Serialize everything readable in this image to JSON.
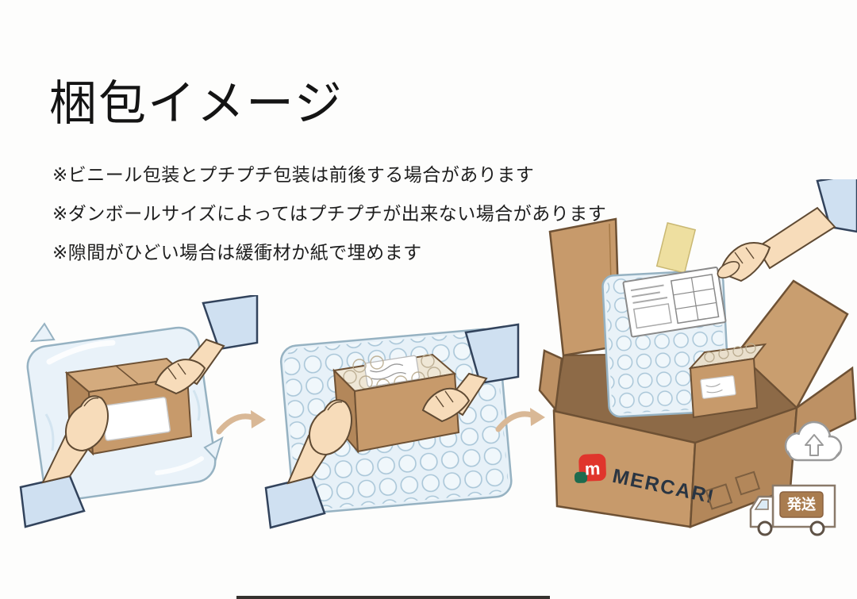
{
  "header": {
    "title": "梱包イメージ"
  },
  "notes": [
    {
      "text": "※ビニール包装とプチプチ包装は前後する場合があります"
    },
    {
      "text": "※ダンボールサイズによってはプチプチが出来ない場合があります"
    },
    {
      "text": "※隙間がひどい場合は緩衝材か紙で埋めます"
    }
  ],
  "illustration": {
    "steps": [
      {
        "id": "vinyl-wrap",
        "meaning": "box wrapped in clear vinyl bag by two hands"
      },
      {
        "id": "bubble-wrap",
        "meaning": "box wrapped in bubble wrap by two hands"
      },
      {
        "id": "box-packing",
        "meaning": "wrapped item and invoice placed into shipping carton"
      }
    ],
    "brand": "MERCARI",
    "brand_mark": "m",
    "truck_badge": "発送"
  },
  "colors": {
    "cardboard": "#c79a6b",
    "cardboard_dark": "#b3875a",
    "cardboard_outline": "#6e5134",
    "vinyl": "#e9f2f9",
    "bubble_stroke": "#a9c6d8",
    "skin": "#f7dcba",
    "sleeve": "#cfe0f1",
    "arrow": "#d9b896",
    "brand_red": "#e0352c",
    "text": "#1e1e1e"
  }
}
